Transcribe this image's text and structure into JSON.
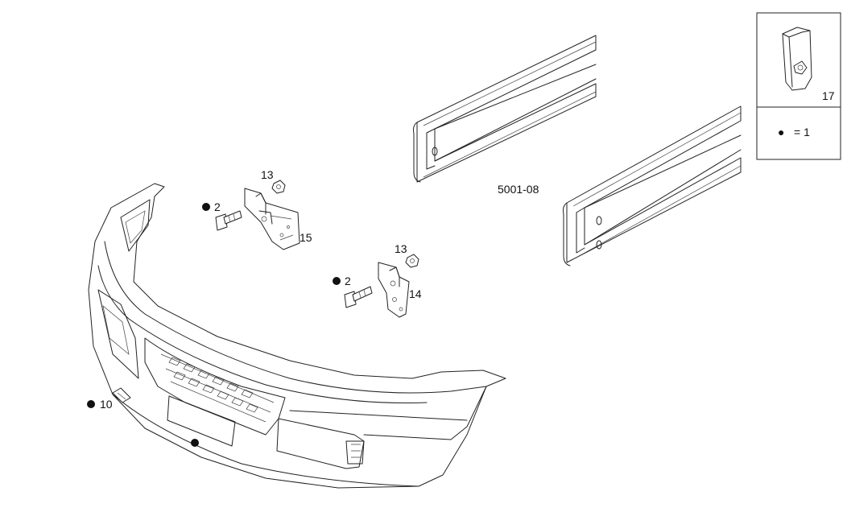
{
  "drawing_code": "5001-08",
  "callouts": [
    {
      "id": "c13a",
      "text": "13"
    },
    {
      "id": "c2a",
      "text": "2"
    },
    {
      "id": "c15",
      "text": "15"
    },
    {
      "id": "c13b",
      "text": "13"
    },
    {
      "id": "c2b",
      "text": "2"
    },
    {
      "id": "c14",
      "text": "14"
    },
    {
      "id": "c10",
      "text": "10"
    },
    {
      "id": "c17",
      "text": "17"
    }
  ],
  "legend": {
    "marker": "●",
    "text": "= 1"
  }
}
